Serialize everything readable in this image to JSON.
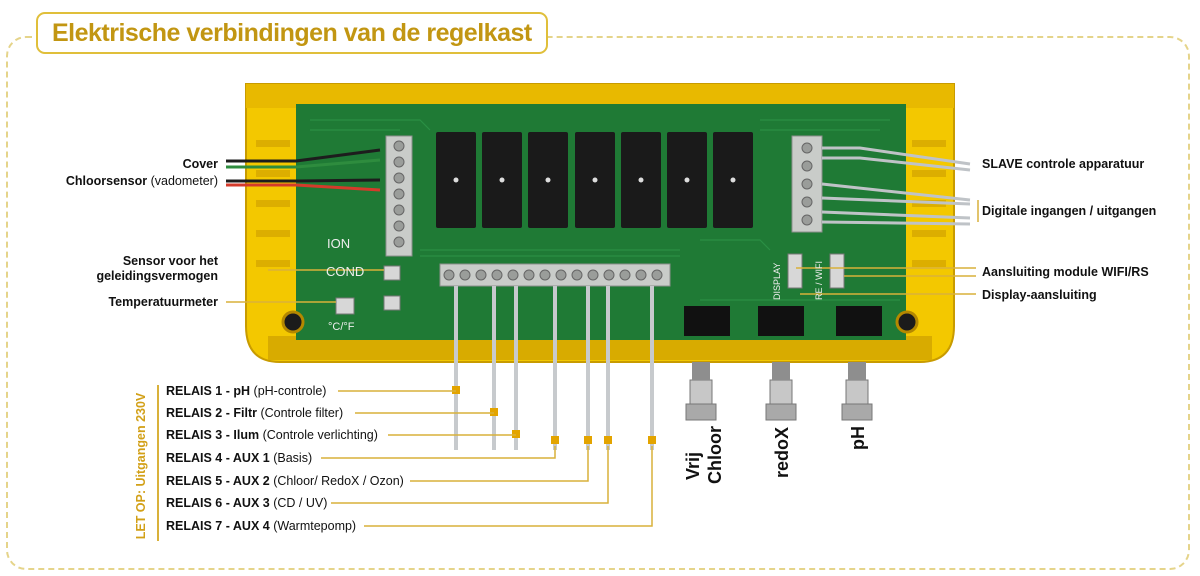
{
  "title": "Elektrische verbindingen van de regelkast",
  "left_labels": {
    "cover": "Cover",
    "chloorsensor": "Chloorsensor",
    "chloorsensor_note": "(vadometer)",
    "sensor_line1": "Sensor voor het",
    "sensor_line2": "geleidingsvermogen",
    "temperatuur": "Temperatuurmeter"
  },
  "right_labels": {
    "slave": "SLAVE controle apparatuur",
    "digitale": "Digitale ingangen / uitgangen",
    "wifi": "Aansluiting module WIFI/RS",
    "display": "Display-aansluiting"
  },
  "board_labels": {
    "ion": "ION",
    "cond": "COND",
    "temp": "°C/°F",
    "display": "DISPLAY",
    "wifi": "RE / WIFI"
  },
  "relays": [
    {
      "code": "RELAIS  1 - pH",
      "desc": "(pH-controle)"
    },
    {
      "code": "RELAIS  2 - Filtr",
      "desc": "(Controle filter)"
    },
    {
      "code": "RELAIS  3 - Ilum",
      "desc": "(Controle verlichting)"
    },
    {
      "code": "RELAIS  4 - AUX 1",
      "desc": "(Basis)"
    },
    {
      "code": "RELAIS  5 - AUX 2",
      "desc": "(Chloor/ RedoX / Ozon)"
    },
    {
      "code": "RELAIS  6 - AUX 3",
      "desc": "(CD / UV)"
    },
    {
      "code": "RELAIS  7 - AUX 4",
      "desc": "(Warmtepomp)"
    }
  ],
  "side_note": "LET OP: Uitgangen 230V",
  "bnc": {
    "vrij_line1": "Vrij",
    "vrij_line2": "Chloor",
    "redox": "redoX",
    "ph": "pH"
  },
  "colors": {
    "housing": "#f3c800",
    "housing_dark": "#d8ab00",
    "pcb": "#1f7a35",
    "relay": "#1a1a1a",
    "terminal": "#c9ccc9",
    "accent": "#d2a017"
  }
}
